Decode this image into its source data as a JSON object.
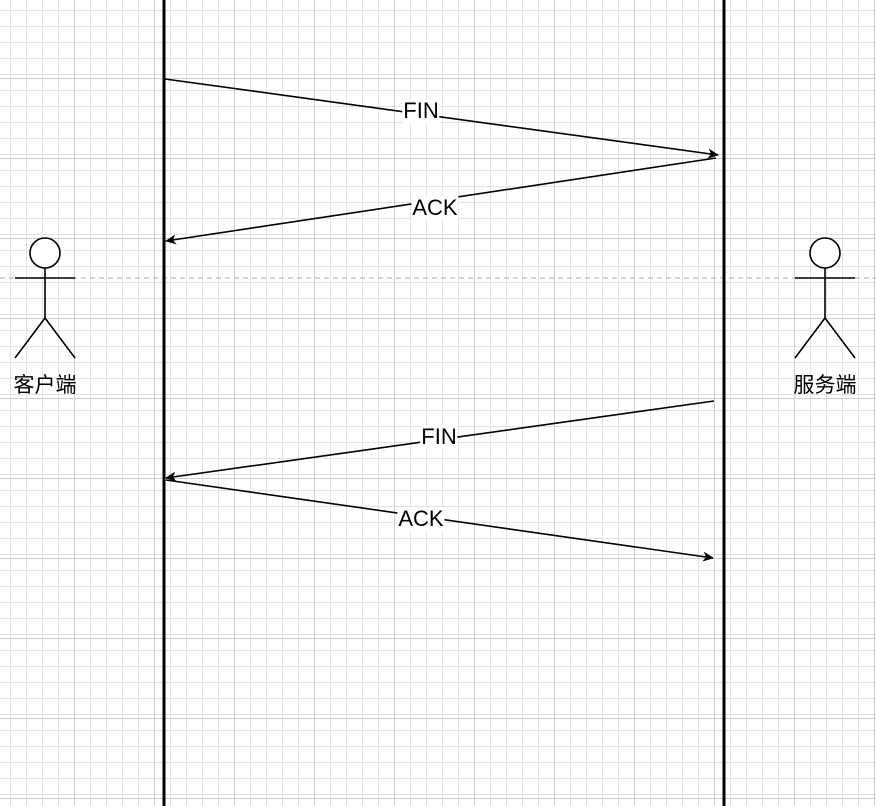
{
  "diagram": {
    "client": {
      "label": "客户端",
      "icon": "stick-figure-icon"
    },
    "server": {
      "label": "服务端",
      "icon": "stick-figure-icon"
    },
    "messages": [
      {
        "label": "FIN",
        "direction": "client-to-server"
      },
      {
        "label": "ACK",
        "direction": "server-to-client"
      },
      {
        "label": "FIN",
        "direction": "server-to-client"
      },
      {
        "label": "ACK",
        "direction": "client-to-server"
      }
    ],
    "colors": {
      "line": "#000000",
      "grid": "#e2e2e2",
      "divider": "#bbbbbb",
      "background": "#ffffff"
    }
  }
}
